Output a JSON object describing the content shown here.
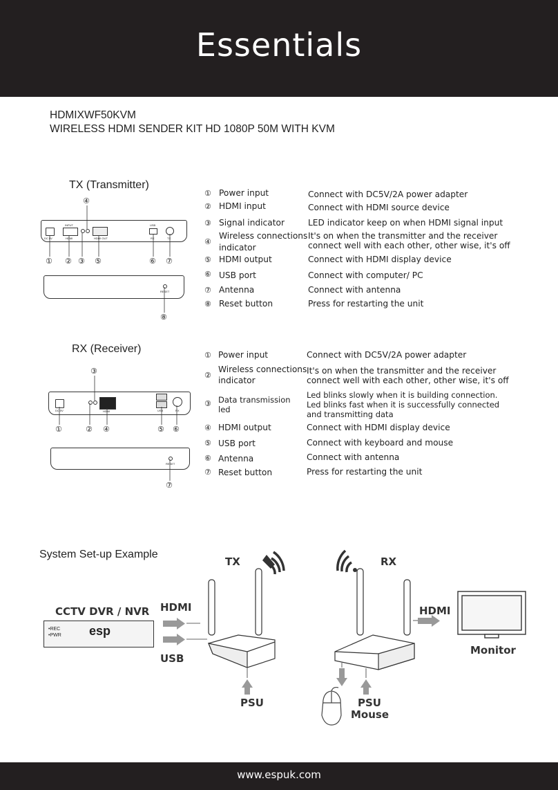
{
  "header": {
    "brand": "Essentials"
  },
  "product": {
    "code": "HDMIXWF50KVM",
    "name": "WIRELESS HDMI SENDER KIT HD 1080P 50M WITH KVM"
  },
  "tx": {
    "title": "TX (Transmitter)",
    "items": [
      {
        "num": "①",
        "label": "Power input",
        "desc": "Connect with DC5V/2A power adapter"
      },
      {
        "num": "②",
        "label": "HDMI input",
        "desc": "Connect with HDMI source device"
      },
      {
        "num": "③",
        "label": "Signal indicator",
        "desc": "LED indicator keep on when HDMI signal input"
      },
      {
        "num": "④",
        "label": "Wireless connections",
        "label2": "indicator",
        "desc": "It's on when the transmitter and the receiver",
        "desc2": "connect well with each other, other wise, it's off"
      },
      {
        "num": "⑤",
        "label": "HDMI output",
        "desc": "Connect with HDMI display device"
      },
      {
        "num": "⑥",
        "label": "USB port",
        "desc": "Connect with computer/ PC"
      },
      {
        "num": "⑦",
        "label": "Antenna",
        "desc": "Connect with antenna"
      },
      {
        "num": "⑧",
        "label": "Reset button",
        "desc": "Press for restarting the unit"
      }
    ],
    "callouts": [
      "①",
      "②",
      "③",
      "⑤",
      "⑥",
      "⑦",
      "④",
      "⑧"
    ],
    "port_labels": [
      "DC 5V",
      "HDMI",
      "HDMI OUT",
      "USB",
      "RX",
      "TX",
      "RESET",
      "INPUT"
    ]
  },
  "rx": {
    "title": "RX (Receiver)",
    "items": [
      {
        "num": "①",
        "label": "Power input",
        "desc": "Connect with DC5V/2A power adapter"
      },
      {
        "num": "②",
        "label": "Wireless connections",
        "label2": "indicator",
        "desc": "It's on when the transmitter and the receiver",
        "desc2": "connect well with each other, other wise, it's off"
      },
      {
        "num": "③",
        "label": "Data transmission",
        "label2": "led",
        "desc": "Led blinks slowly when it is building connection.",
        "desc2": "Led blinks fast when it is successfully connected",
        "desc3": "and transmitting data"
      },
      {
        "num": "④",
        "label": "HDMI output",
        "desc": "Connect with HDMI display device"
      },
      {
        "num": "⑤",
        "label": "USB port",
        "desc": "Connect with keyboard and mouse"
      },
      {
        "num": "⑥",
        "label": "Antenna",
        "desc": "Connect with antenna"
      },
      {
        "num": "⑦",
        "label": "Reset button",
        "desc": "Press for restarting the unit"
      }
    ],
    "callouts": [
      "①",
      "②",
      "④",
      "⑤",
      "⑥",
      "③",
      "⑦"
    ],
    "port_labels": [
      "DC 5V",
      "HDMI",
      "USB",
      "RX",
      "RESET"
    ]
  },
  "setup": {
    "title": "System Set-up Example",
    "tx_label": "TX",
    "rx_label": "RX",
    "source": "CCTV DVR / NVR",
    "dvr_lines": [
      "•REC",
      "•PWR"
    ],
    "dvr_logo": "esp",
    "hdmi_left": "HDMI",
    "usb": "USB",
    "psu_left": "PSU",
    "psu_right": "PSU",
    "mouse": "Mouse",
    "hdmi_right": "HDMI",
    "monitor": "Monitor"
  },
  "footer": {
    "url": "www.espuk.com"
  }
}
